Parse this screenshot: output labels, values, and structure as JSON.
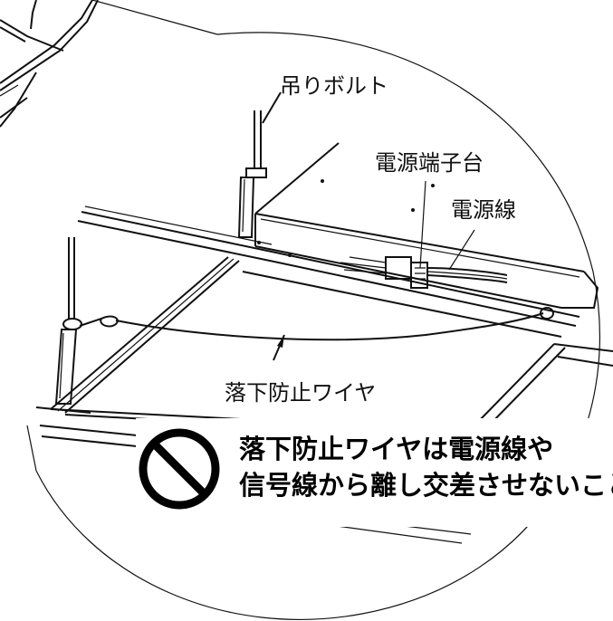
{
  "labels": {
    "hanging_bolt": "吊りボルト",
    "terminal_block": "電源端子台",
    "power_cable": "電源線",
    "fall_prevention_wire": "落下防止ワイヤ"
  },
  "warning": {
    "icon": "prohibition-icon",
    "line1": "落下防止ワイヤは電源線や",
    "line2": "信号線から離し交差させないこと"
  },
  "colors": {
    "line": "#000000",
    "background": "#ffffff"
  }
}
